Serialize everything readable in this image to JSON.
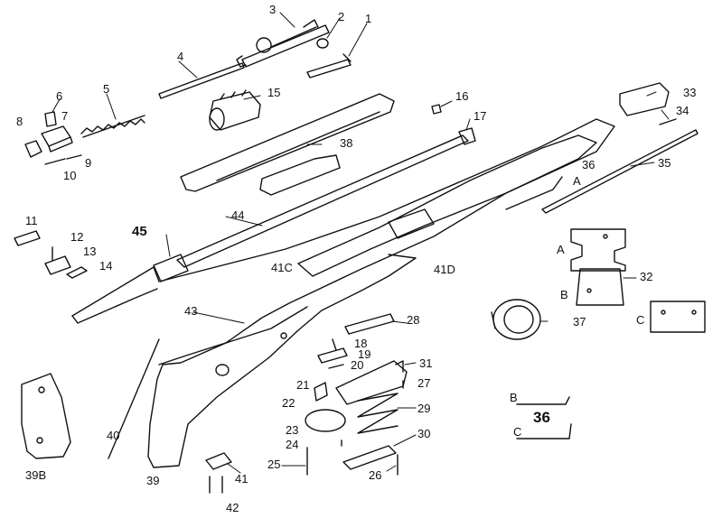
{
  "labels": {
    "p1": "1",
    "p2": "2",
    "p3": "3",
    "p4": "4",
    "p5": "5",
    "p6": "6",
    "p7": "7",
    "p8": "8",
    "p9": "9",
    "p10": "10",
    "p11": "11",
    "p12": "12",
    "p13": "13",
    "p14": "14",
    "p15": "15",
    "p16": "16",
    "p17": "17",
    "p18": "18",
    "p19": "19",
    "p20": "20",
    "p21": "21",
    "p22": "22",
    "p23": "23",
    "p24": "24",
    "p25": "25",
    "p26": "26",
    "p27": "27",
    "p28": "28",
    "p29": "29",
    "p30": "30",
    "p31": "31",
    "p32": "32",
    "p33": "33",
    "p34": "34",
    "p35": "35",
    "p36": "36",
    "p37": "37",
    "p38": "38",
    "p39": "39",
    "p39b": "39B",
    "p40": "40",
    "p41": "41",
    "p41c": "41C",
    "p41d": "41D",
    "p42": "42",
    "p43": "43",
    "p44": "44",
    "p45": "45",
    "a1": "A",
    "a2": "A",
    "b1": "B",
    "b2": "B",
    "c1": "C",
    "c2": "C",
    "p36b": "36"
  },
  "colors": {
    "line": "#111111",
    "background": "#ffffff"
  }
}
